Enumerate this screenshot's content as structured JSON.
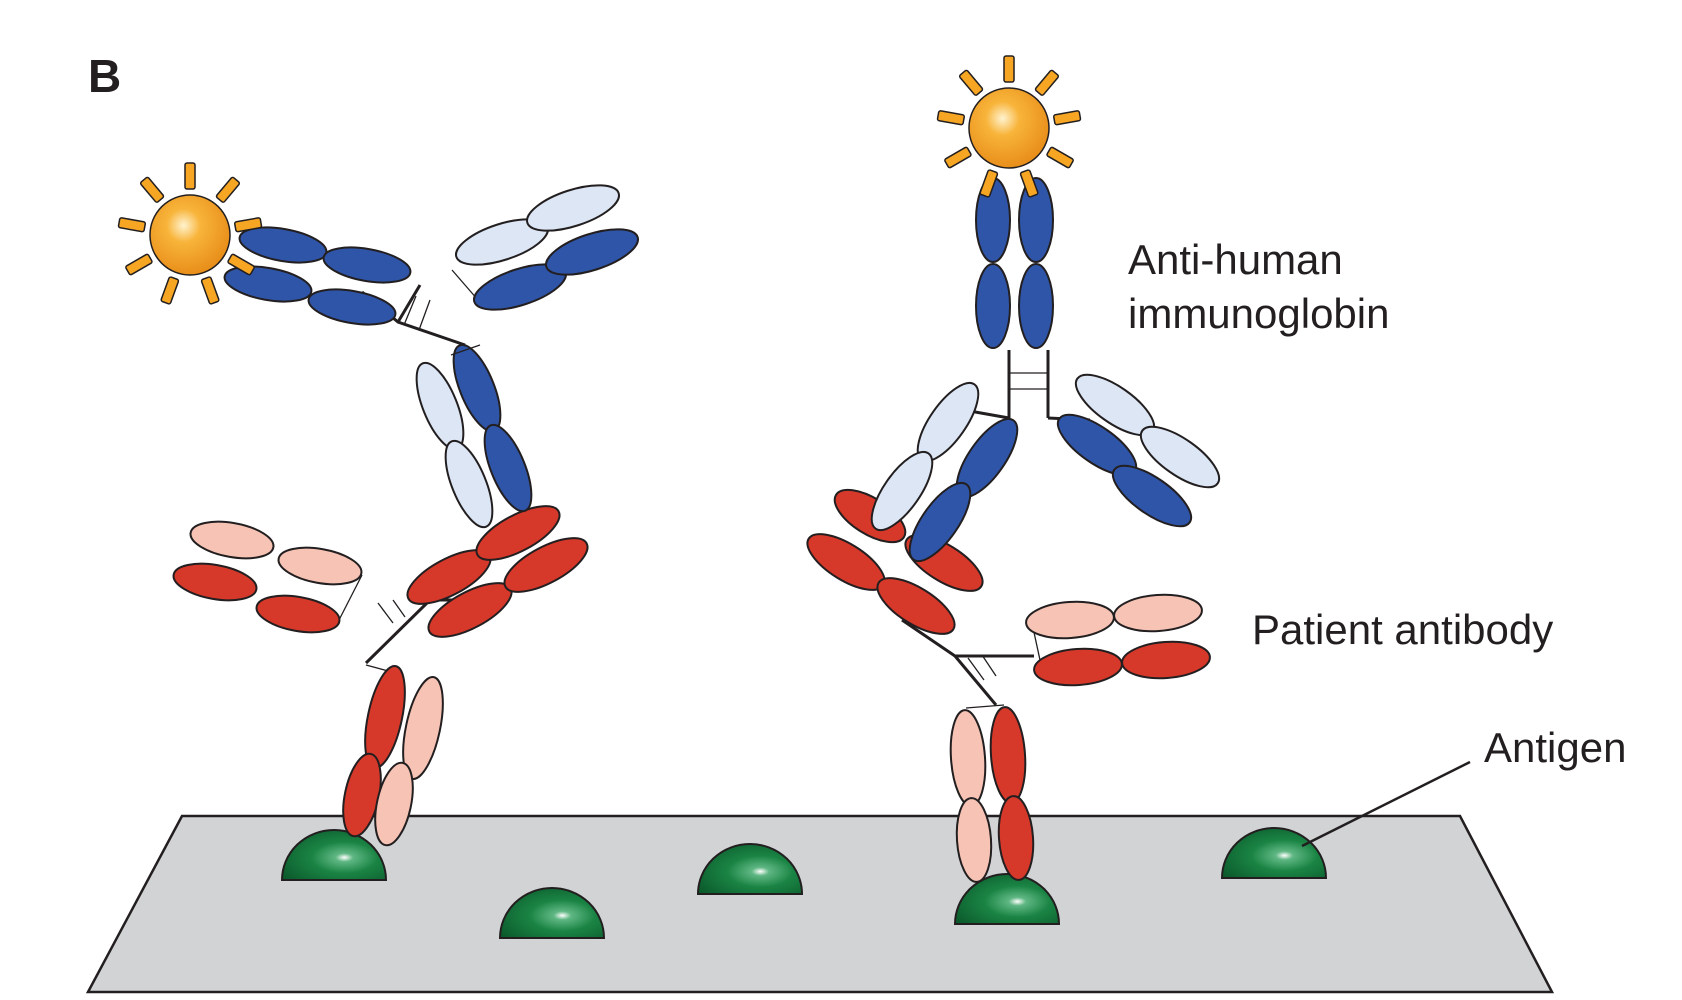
{
  "panel_label": "B",
  "labels": {
    "anti_human_line1": "Anti-human",
    "anti_human_line2": "immunoglobin",
    "patient_antibody": "Patient antibody",
    "antigen": "Antigen"
  },
  "colors": {
    "heavy_chain_blue": "#2f55a8",
    "light_chain_blue": "#dce6f5",
    "heavy_chain_red": "#d6382a",
    "light_chain_red": "#f6c3b4",
    "antigen_green": "#127a3b",
    "label_tag_orange": "#f6a623",
    "surface_gray": "#d1d3d4",
    "outline": "#231f20"
  },
  "icons": {
    "label_tag": "sun-icon",
    "antigen": "dome-icon"
  }
}
